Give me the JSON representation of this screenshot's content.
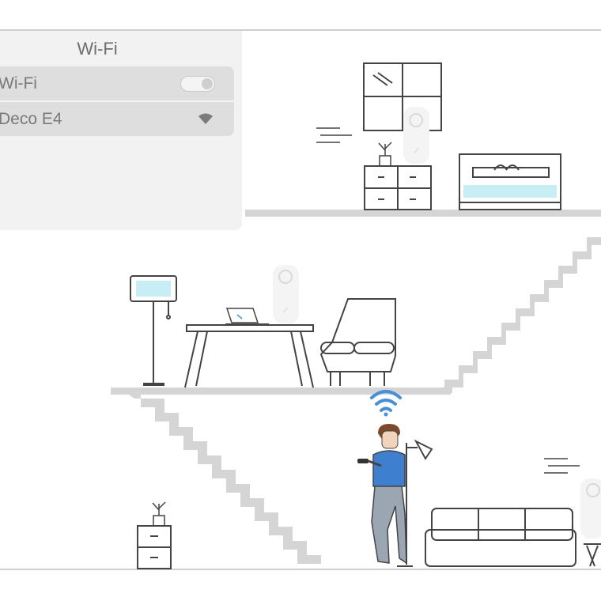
{
  "wifi_panel": {
    "title": "Wi-Fi",
    "wifi_toggle_label": "Wi-Fi",
    "wifi_enabled": true,
    "network_name": "Deco E4"
  },
  "icons": [
    "toggle-switch",
    "wifi-signal-icon",
    "deco-router-icon",
    "person-with-phone",
    "stairs"
  ],
  "colors": {
    "accent_blue": "#4a90d9",
    "window_cyan": "#c8eef5",
    "line": "#444444",
    "floor": "#d5d5d5"
  }
}
